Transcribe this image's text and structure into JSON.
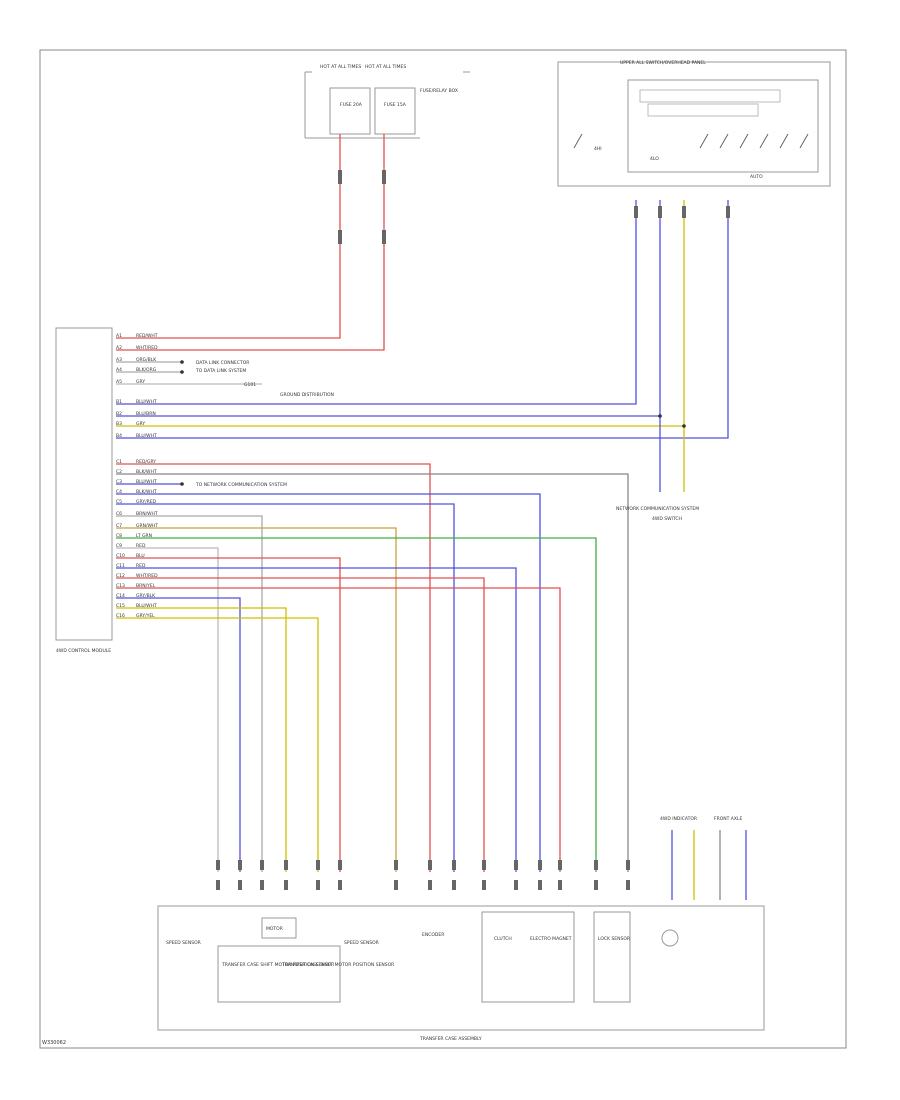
{
  "figure_id": "W330062",
  "upper_right_harness_label": "UPPER ALL SWITCH/OVERHEAD PANEL",
  "fuse_box": {
    "label": "FUSE/RELAY BOX",
    "fuse_left": "FUSE 20A",
    "fuse_right": "FUSE 15A",
    "feed_left": "HOT AT ALL TIMES",
    "feed_right": "HOT AT ALL TIMES"
  },
  "ecm": {
    "label": "4WD CONTROL MODULE"
  },
  "ecm_pins_upper": [
    "A1",
    "A2",
    "A3",
    "A4",
    "A5"
  ],
  "ecm_pins_mid": [
    "B1",
    "B2",
    "B3",
    "B4"
  ],
  "ecm_pins_lower": [
    "C1",
    "C2",
    "C3",
    "C4",
    "C5",
    "C6",
    "C7",
    "C8",
    "C9",
    "C10",
    "C11",
    "C12",
    "C13",
    "C14",
    "C15",
    "C16"
  ],
  "wire_colors_upper": [
    "RED/WHT",
    "WHT/RED",
    "ORG/BLK",
    "BLK/ORG",
    "GRY"
  ],
  "wire_colors_mid": [
    "BLU/WHT",
    "BLU/BRN",
    "GRY",
    "BLU/WHT"
  ],
  "wire_colors_lower": [
    "RED/GRY",
    "BLK/WHT",
    "BLU/WHT",
    "BLK/WHT",
    "GRY/RED",
    "BRN/WHT",
    "GRN/WHT",
    "LT GRN",
    "RED",
    "BLU",
    "RED",
    "WHT/RED",
    "BRN/YEL",
    "GRY/BLK",
    "BLU/WHT",
    "GRY/YEL"
  ],
  "notes": {
    "data_link": "DATA LINK CONNECTOR",
    "data_link_ref": "TO DATA LINK SYSTEM",
    "ground": "G101",
    "ground_note": "GROUND DISTRIBUTION",
    "network": "TO NETWORK COMMUNICATION SYSTEM",
    "network_junction": "NETWORK COMMUNICATION SYSTEM",
    "switch_ground": "4WD SWITCH"
  },
  "switch_labels": [
    "4HI",
    "4LO",
    "AUTO"
  ],
  "bottom_components": {
    "transfer_case_label": "TRANSFER CASE ASSEMBLY",
    "motor_label": "MOTOR",
    "position_sensor_a": "TRANSFER CASE SHIFT MOTOR POSITION SENSOR",
    "position_sensor_b": "TRANSFER CASE SHIFT MOTOR POSITION SENSOR",
    "speed_sensor_left": "SPEED SENSOR",
    "speed_sensor_right": "SPEED SENSOR",
    "encoder": "ENCODER",
    "clutch": "CLUTCH",
    "electromagnet": "ELECTRO MAGNET",
    "lock_sensor": "LOCK SENSOR",
    "front_axle": "FRONT AXLE",
    "indicator": "4WD INDICATOR"
  }
}
